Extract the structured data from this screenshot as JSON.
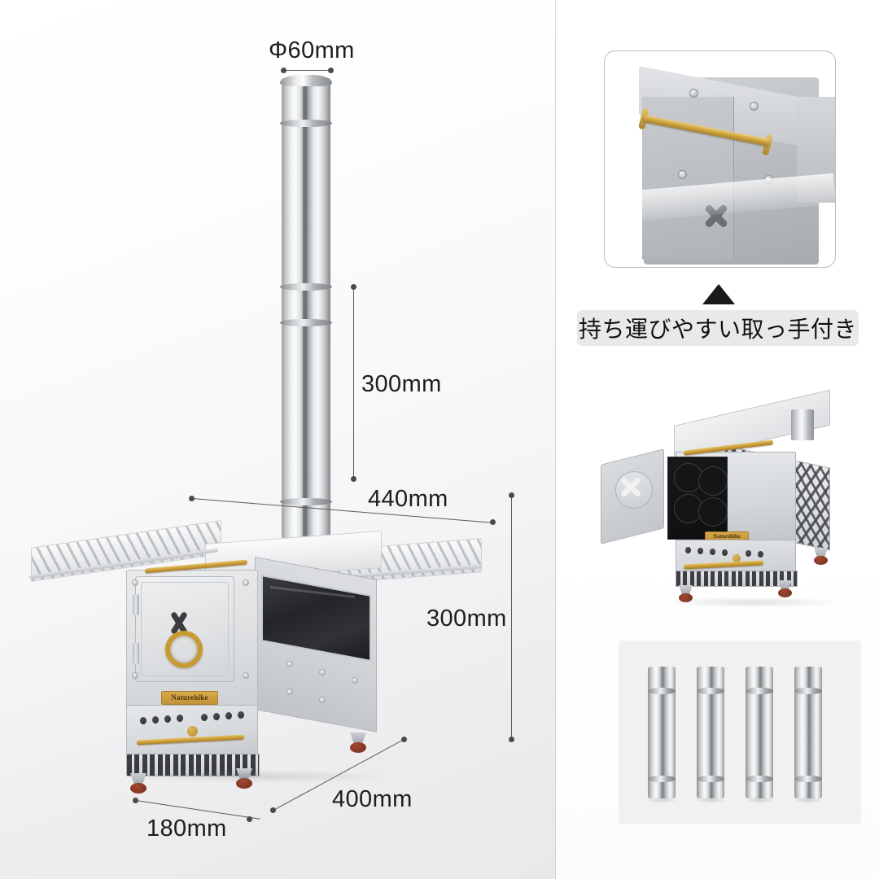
{
  "meta": {
    "brand": "Naturehike",
    "product_type": "portable stainless steel wood stove",
    "layout": "product dimension infographic with three right-hand detail panels"
  },
  "colors": {
    "background_left": "#f2f2f3",
    "background_right": "#ffffff",
    "dimension_line": "#5a5a5a",
    "dimension_text": "#1d1d1d",
    "caption_pill_bg": "#e8e9ea",
    "caption_text": "#101010",
    "brass": "#cfa13c",
    "stainless": "#dcdee1",
    "frame_border": "#b9bcc0",
    "pipe_panel_bg": "#f1f1f2"
  },
  "dimensions": {
    "chimney_diameter": {
      "label": "Φ60mm",
      "name": "chimney-diameter"
    },
    "chimney_height": {
      "label": "300mm",
      "name": "chimney-height"
    },
    "stove_depth": {
      "label": "440mm",
      "name": "stove-depth-with-shelves"
    },
    "stove_height": {
      "label": "300mm",
      "name": "stove-body-height"
    },
    "stove_width": {
      "label": "180mm",
      "name": "stove-body-width"
    },
    "stove_length": {
      "label": "400mm",
      "name": "stove-body-length"
    }
  },
  "main_illustration": {
    "name": "stove-dimension-illustration",
    "badge_text": "Naturehike"
  },
  "panels": {
    "handle_detail": {
      "name": "handle-detail-photo",
      "alt": "close-up of brass carry handle on stove door"
    },
    "caption": {
      "arrow": "▲",
      "text": "持ち運びやすい取っ手付き"
    },
    "product_photo": {
      "name": "product-three-quarter-photo",
      "badge_text": "Naturehike",
      "alt": "stainless wood stove with open front door, mesh side panel and chimney collar"
    },
    "pipes": {
      "name": "chimney-pipe-sections-photo",
      "count": 4,
      "alt": "four stainless steel chimney pipe sections"
    }
  }
}
